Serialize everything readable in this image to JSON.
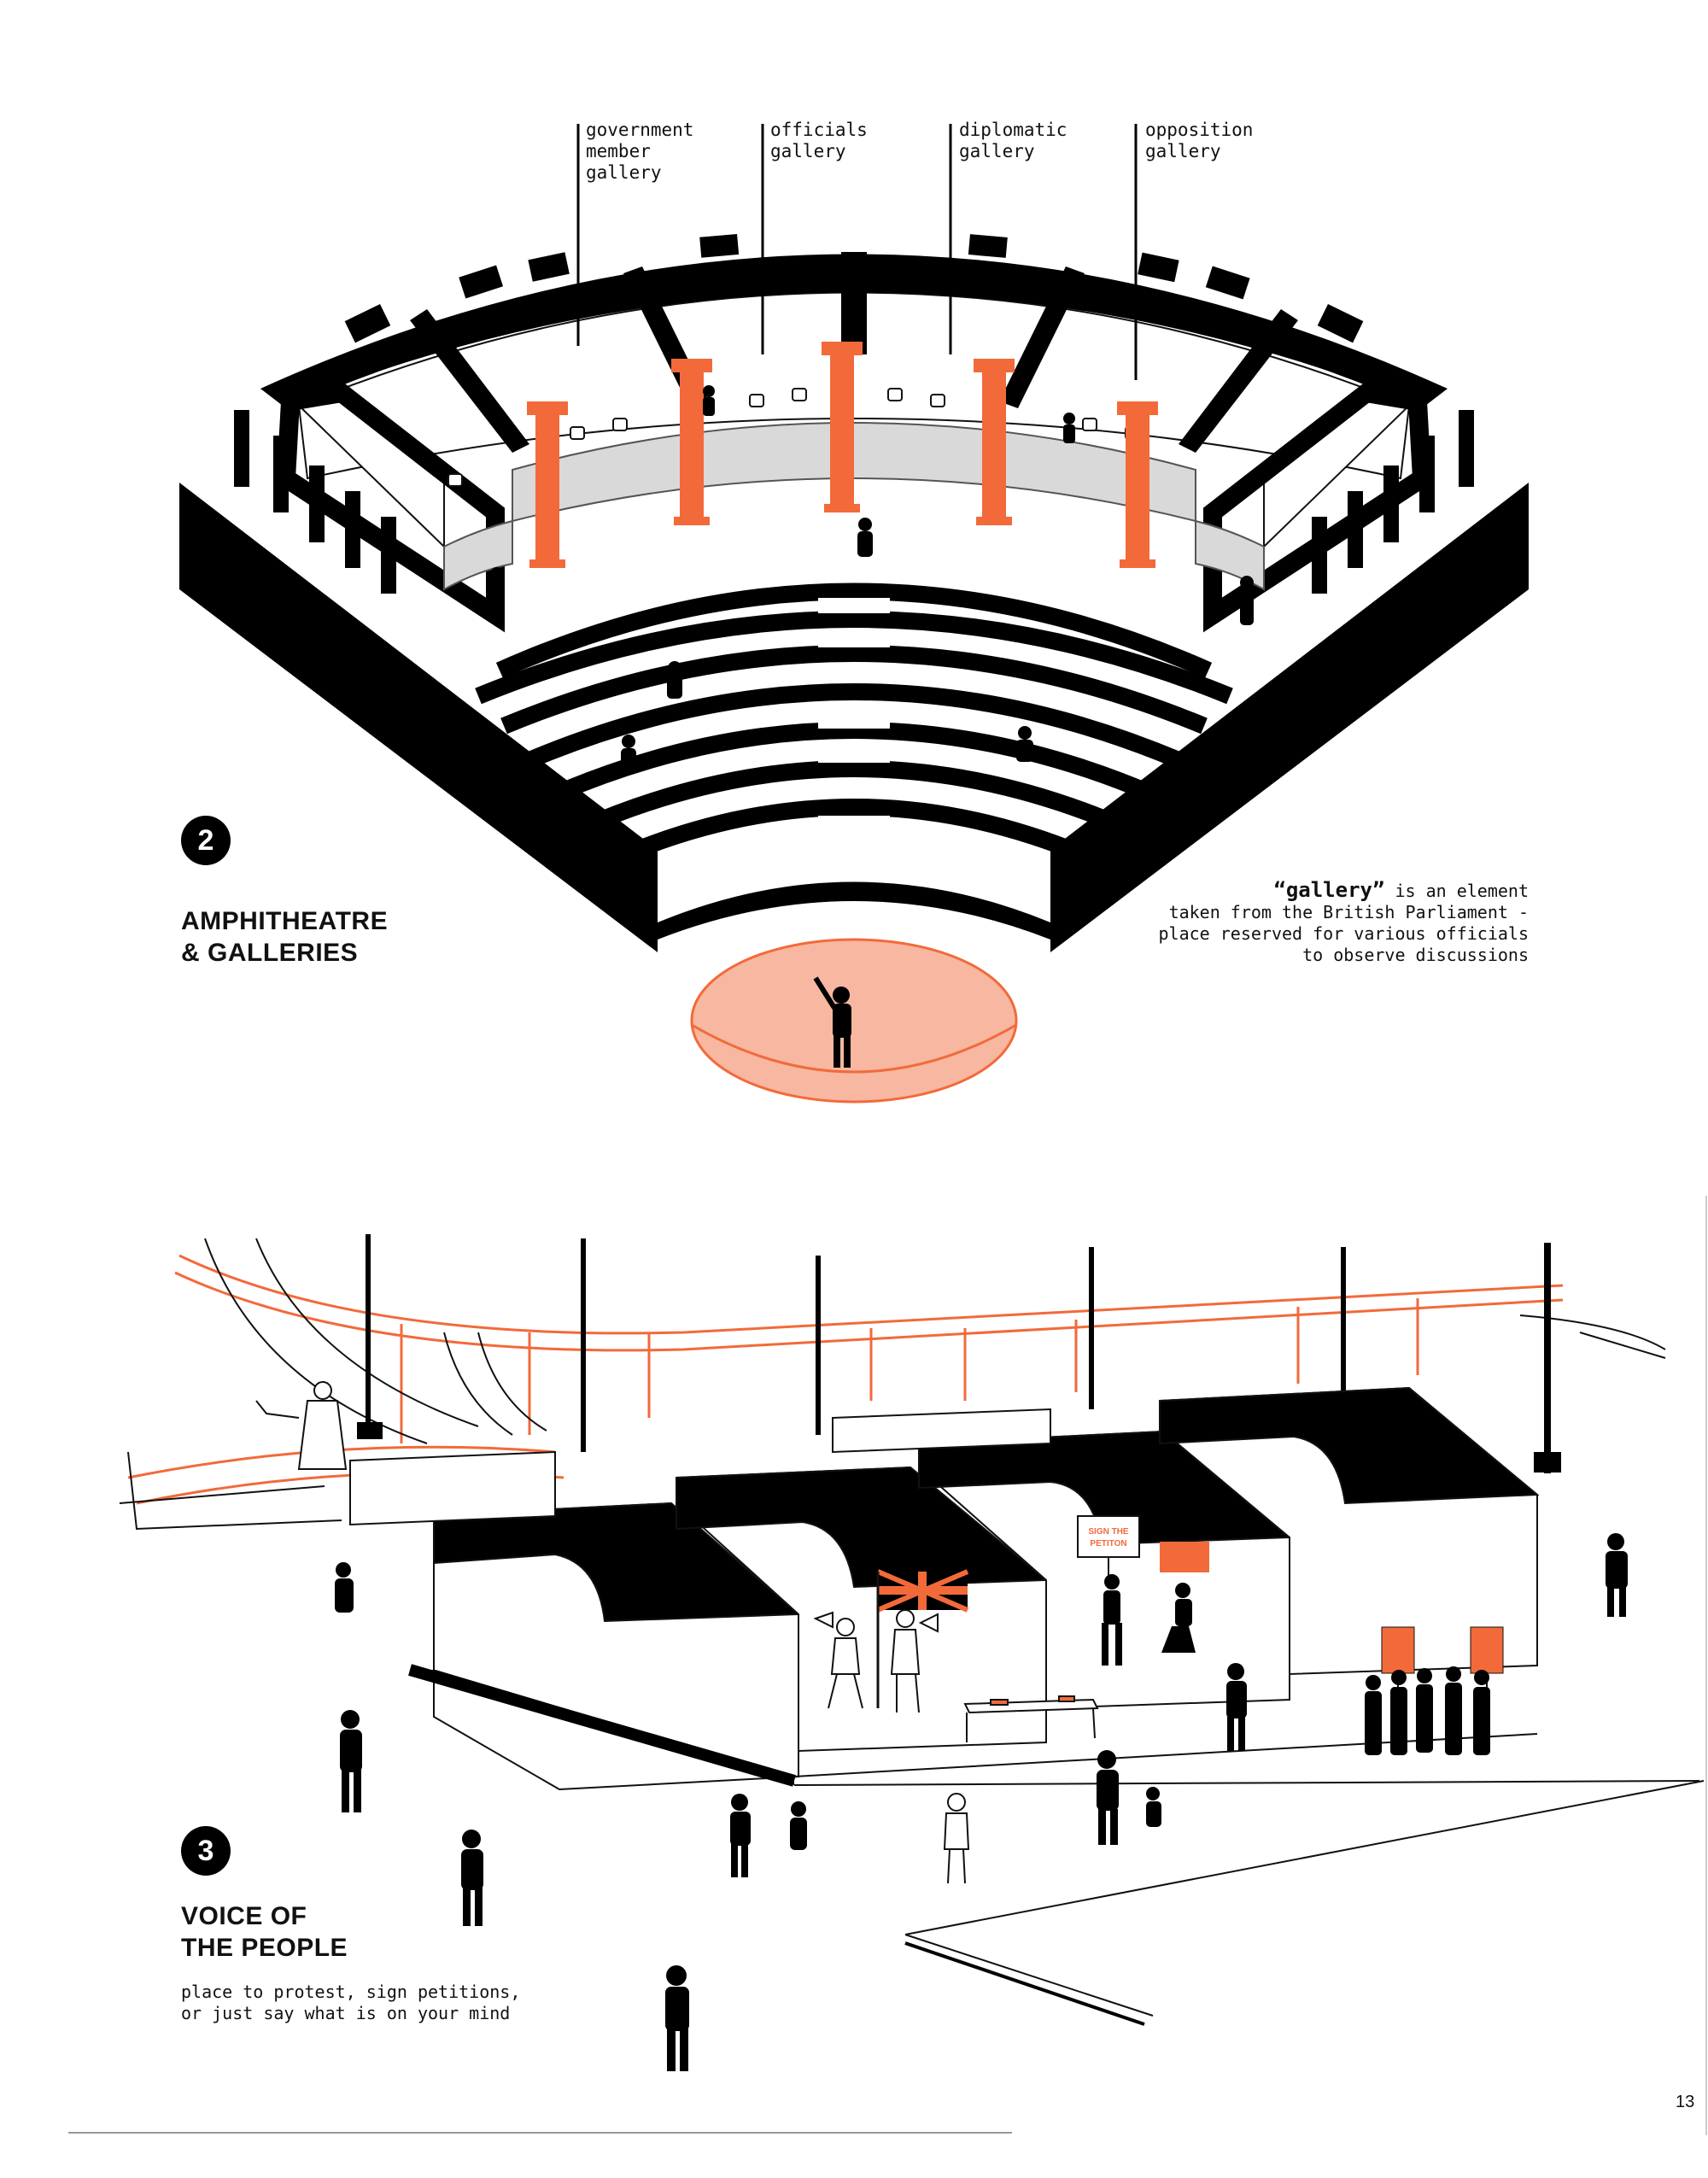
{
  "section2": {
    "number": "2",
    "title_lines": [
      "AMPHITHEATRE",
      "& GALLERIES"
    ],
    "callouts": [
      {
        "lines": [
          "government",
          "member",
          "gallery"
        ]
      },
      {
        "lines": [
          "officials",
          "gallery"
        ]
      },
      {
        "lines": [
          "diplomatic",
          "gallery"
        ]
      },
      {
        "lines": [
          "opposition",
          "gallery"
        ]
      }
    ],
    "note": {
      "term": "“gallery”",
      "rest_first": " is an element",
      "lines": [
        "taken from the British Parliament -",
        "place reserved for various officials",
        "to observe discussions"
      ]
    }
  },
  "section3": {
    "number": "3",
    "title_lines": [
      "VOICE OF",
      "THE PEOPLE"
    ],
    "description_lines": [
      "place to protest, sign petitions,",
      "or just say what is on your mind"
    ],
    "sign_lines": [
      "SIGN THE",
      "PETITON"
    ]
  },
  "page_number": "13",
  "colors": {
    "accent": "#f26a3a",
    "accent_light": "#f7b7a0",
    "ink": "#000000",
    "glass": "#d9d9d9"
  }
}
